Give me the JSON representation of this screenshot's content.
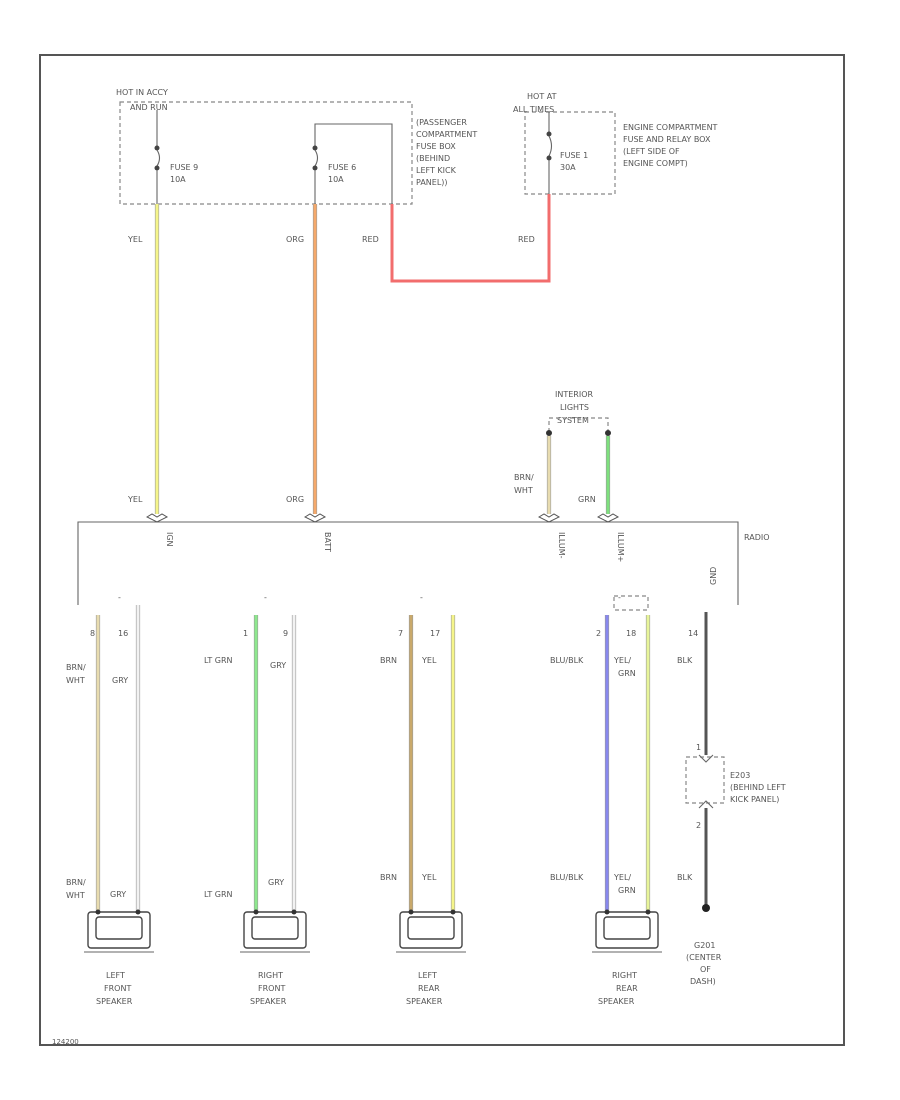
{
  "fuse_box_passenger": {
    "hot_label": "HOT IN ACCY",
    "hot_label_2": "AND RUN",
    "fuse_9_name": "FUSE 9",
    "fuse_9_rating": "10A",
    "fuse_6_name": "FUSE 6",
    "fuse_6_rating": "10A",
    "desc": [
      "(PASSENGER",
      "COMPARTMENT",
      "FUSE BOX",
      "(BEHIND",
      "LEFT KICK",
      "PANEL))"
    ]
  },
  "fuse_box_engine": {
    "hot_label": "HOT AT",
    "hot_label_2": "ALL TIMES",
    "fuse_1_name": "FUSE 1",
    "fuse_1_rating": "30A",
    "desc": [
      "ENGINE COMPARTMENT",
      "FUSE AND RELAY BOX",
      "(LEFT SIDE OF",
      "ENGINE COMPT)"
    ]
  },
  "wires_top": {
    "yel": "YEL",
    "org": "ORG",
    "red_left": "RED",
    "red_right": "RED",
    "yel_bottom": "YEL",
    "org_bottom": "ORG"
  },
  "interior_lights": {
    "lines": [
      "INTERIOR",
      "LIGHTS",
      "SYSTEM"
    ],
    "brn_wht": [
      "BRN/",
      "WHT"
    ],
    "grn": "GRN"
  },
  "radio": {
    "label": "RADIO",
    "pin_ign": "IGN",
    "pin_batt": "BATT",
    "pin_illum_neg": "ILLUM-",
    "pin_illum_pos": "ILLUM+",
    "pin_gnd": "GND",
    "pin_numbers": [
      "8",
      "16",
      "1",
      "9",
      "7",
      "17",
      "2",
      "18",
      "14"
    ]
  },
  "speaker_wires": {
    "lf_a": [
      "BRN/",
      "WHT"
    ],
    "lf_b": "GRY",
    "rf_a": "LT GRN",
    "rf_b": "GRY",
    "lr_a": "BRN",
    "lr_b": "YEL",
    "rr_a": "BLU/BLK",
    "rr_b": [
      "YEL/",
      "GRN"
    ],
    "gnd_top": "BLK",
    "gnd_bottom": "BLK",
    "lf_a_bottom": [
      "BRN/",
      "WHT"
    ],
    "lf_b_bottom": "GRY",
    "rf_a_bottom": "LT GRN",
    "rf_b_bottom": "GRY",
    "lr_a_bottom": "BRN",
    "lr_b_bottom": "YEL",
    "rr_a_bottom": "BLU/BLK",
    "rr_b_bottom": [
      "YEL/",
      "GRN"
    ]
  },
  "connector_e203": {
    "pin_top": "1",
    "pin_bottom": "2",
    "desc": [
      "E203",
      "(BEHIND LEFT",
      "KICK PANEL)"
    ]
  },
  "speakers": {
    "left_front": [
      "LEFT",
      "FRONT",
      "SPEAKER"
    ],
    "right_front": [
      "RIGHT",
      "FRONT",
      "SPEAKER"
    ],
    "left_rear": [
      "LEFT",
      "REAR",
      "SPEAKER"
    ],
    "right_rear": [
      "RIGHT",
      "REAR",
      "SPEAKER"
    ]
  },
  "ground_g201": [
    "G201",
    "(CENTER",
    "OF",
    "DASH)"
  ],
  "footer_code": "124200",
  "colors": {
    "yel": "#f5f58a",
    "org": "#f5a96b",
    "red": "#f26d6d",
    "grn": "#7ee07e",
    "lt_grn": "#8ee88e",
    "brn_wht": "#e8dcb0",
    "gry": "#f2f2f2",
    "brn": "#c9a96b",
    "blu_blk": "#8888ee",
    "yel_grn": "#e8f59a",
    "blk": "#555555"
  }
}
